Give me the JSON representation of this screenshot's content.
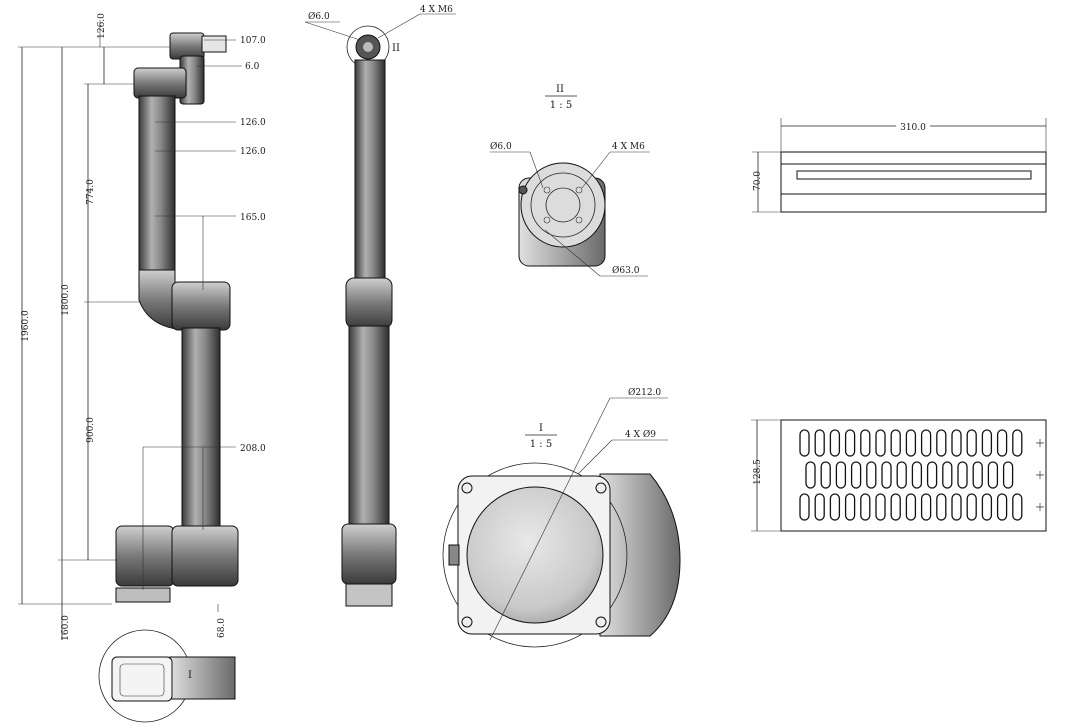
{
  "dimensions": {
    "total_height": "1960.0",
    "reach_height": "1800.0",
    "base_height": "160.0",
    "top_offset": "126.0",
    "wrist_width": "107.0",
    "wrist_gap": "6.0",
    "forearm_len": "774.0",
    "upper_arm_len": "900.0",
    "joint_off_a": "126.0",
    "joint_off_b": "126.0",
    "elbow_off": "165.0",
    "shoulder_off": "208.0",
    "base_off": "68.0"
  },
  "detail_II": {
    "label": "II",
    "scale": "1 : 5",
    "pin_dia": "Ø6.0",
    "holes": "4 X M6",
    "flange_dia": "Ø63.0"
  },
  "detail_I": {
    "label": "I",
    "scale": "1 : 5",
    "base_dia": "Ø212.0",
    "holes": "4 X Ø9"
  },
  "side_view": {
    "pin_dia": "Ø6.0",
    "holes": "4 X M6",
    "callout": "II"
  },
  "bottom_view": {
    "callout": "I"
  },
  "controller_side": {
    "width": "310.0",
    "height": "70.0"
  },
  "controller_top": {
    "depth": "128.5",
    "slot_rows": [
      15,
      14,
      15
    ]
  },
  "colors": {
    "line": "#222222",
    "body_dark": "#6a6a6a",
    "body_light": "#c8c8c8"
  }
}
